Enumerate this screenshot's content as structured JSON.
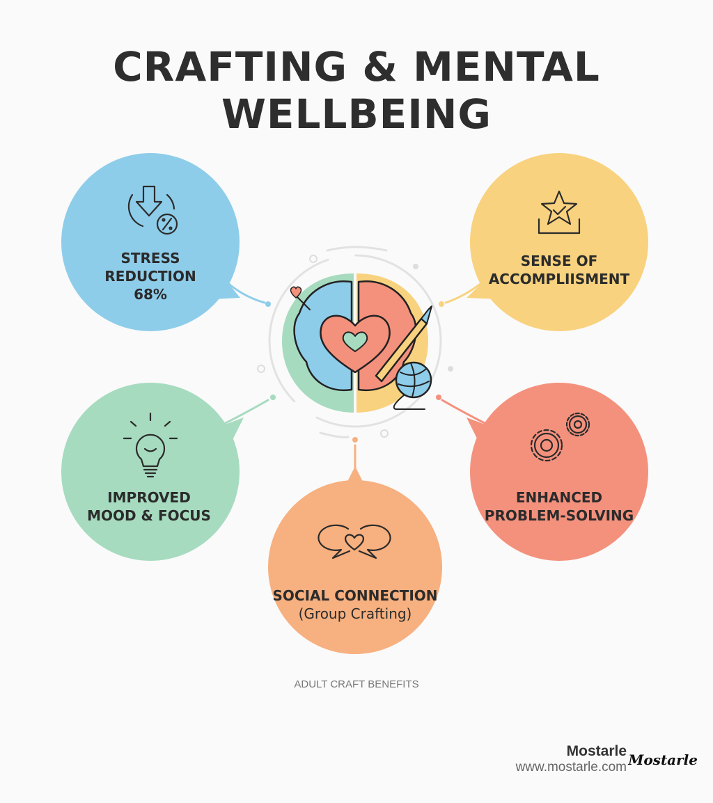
{
  "title": "CRAFTING & MENTAL WELLBEING",
  "benefits": [
    {
      "line1": "STRESS",
      "line2": "REDUCTION",
      "line3": "68%",
      "icon": "stress-down-percent-icon",
      "color": "#8ecdea"
    },
    {
      "line1": "SENSE OF",
      "line2": "ACCOMPLIISMENT",
      "icon": "star-box-icon",
      "color": "#f8d27e"
    },
    {
      "line1": "IMPROVED",
      "line2": "MOOD & FOCUS",
      "icon": "lightbulb-icon",
      "color": "#a6dbbf"
    },
    {
      "line1": "ENHANCED",
      "line2": "PROBLEM-SOLVING",
      "icon": "gears-icon",
      "color": "#f4917d"
    },
    {
      "line1": "SOCIAL CONNECTION",
      "line2": "(Group Crafting)",
      "icon": "chat-heart-icon",
      "color": "#f7b07f"
    }
  ],
  "caption": "ADULT CRAFT BENEFITS",
  "brand": {
    "name": "Mostarle",
    "url": "www.mostarle.com",
    "logo_text": "Mostarle"
  }
}
